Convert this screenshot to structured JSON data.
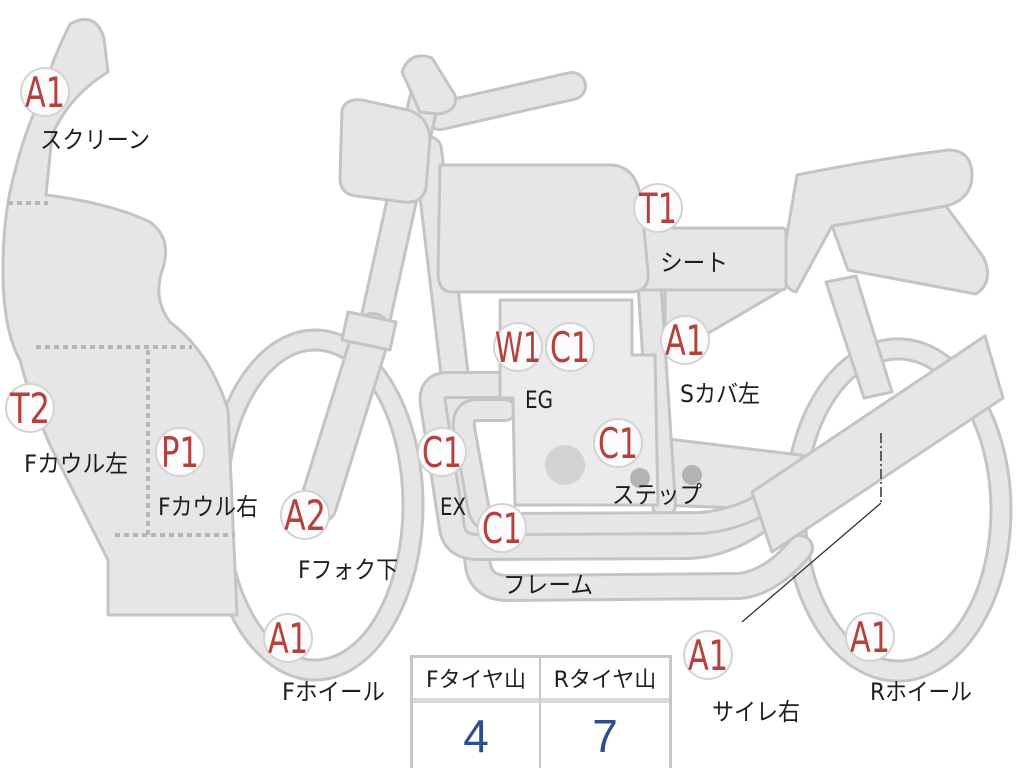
{
  "diagram": {
    "parts": [
      {
        "codes": [
          "A1"
        ],
        "label": "スクリーン"
      },
      {
        "codes": [
          "T1"
        ],
        "label": "シート"
      },
      {
        "codes": [
          "W1",
          "C1"
        ],
        "label": "EG"
      },
      {
        "codes": [
          "A1"
        ],
        "label": "Sカバ左"
      },
      {
        "codes": [
          "T2"
        ],
        "label": "Fカウル左"
      },
      {
        "codes": [
          "P1"
        ],
        "label": "Fカウル右"
      },
      {
        "codes": [
          "C1"
        ],
        "label": "EX"
      },
      {
        "codes": [
          "C1"
        ],
        "label": "ステップ"
      },
      {
        "codes": [
          "A2"
        ],
        "label": "Fフォク下"
      },
      {
        "codes": [
          "C1"
        ],
        "label": "フレーム"
      },
      {
        "codes": [
          "A1"
        ],
        "label": "Fホイール"
      },
      {
        "codes": [
          "A1"
        ],
        "label": "サイレ右"
      },
      {
        "codes": [
          "A1"
        ],
        "label": "Rホイール"
      }
    ]
  },
  "tread_table": {
    "headers": [
      "Fタイヤ山",
      "Rタイヤ山"
    ],
    "values": [
      "4",
      "7"
    ]
  },
  "colors": {
    "code_text": "#b5413e",
    "label_text": "#1e1e1e",
    "value_text": "#2e4d8c",
    "body_fill": "#e6e6e6",
    "body_stroke": "#c4c4c4",
    "badge_stroke": "#d3d3d3"
  }
}
